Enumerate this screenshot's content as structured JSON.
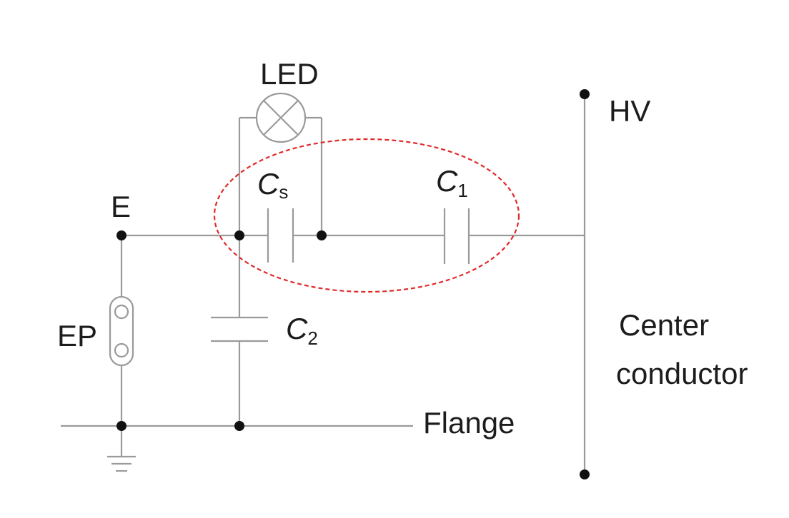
{
  "labels": {
    "led": "LED",
    "hv": "HV",
    "e": "E",
    "ep": "EP",
    "cs_main": "C",
    "cs_sub": "s",
    "c1_main": "C",
    "c1_sub": "1",
    "c2_main": "C",
    "c2_sub": "2",
    "center_line1": "Center",
    "center_line2": "conductor",
    "flange": "Flange"
  },
  "colors": {
    "wire": "#9a9a9a",
    "node": "#111111",
    "highlight": "#e02a2a"
  }
}
